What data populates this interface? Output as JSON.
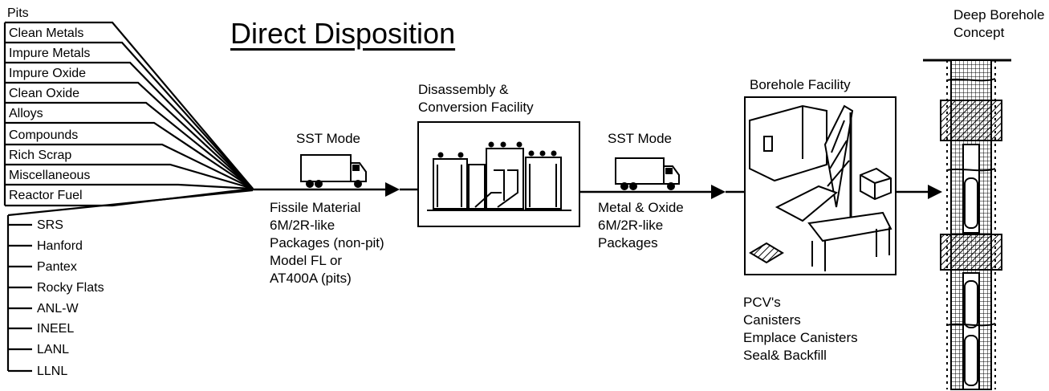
{
  "title": "Direct Disposition",
  "materials": [
    "Pits",
    "Clean Metals",
    "Impure Metals",
    "Impure Oxide",
    "Clean Oxide",
    "Alloys",
    "Compounds",
    "Rich Scrap",
    "Miscellaneous",
    "Reactor Fuel"
  ],
  "sites": [
    "SRS",
    "Hanford",
    "Pantex",
    "Rocky Flats",
    "ANL-W",
    "INEEL",
    "LANL",
    "LLNL"
  ],
  "transport1": {
    "label": "SST Mode",
    "details": [
      "Fissile Material",
      "6M/2R-like",
      "Packages (non-pit)",
      "Model FL or",
      "AT400A (pits)"
    ]
  },
  "facility1": {
    "title_line1": "Disassembly &",
    "title_line2": "Conversion Facility"
  },
  "transport2": {
    "label": "SST Mode",
    "details": [
      "Metal & Oxide",
      "6M/2R-like",
      "Packages"
    ]
  },
  "facility2": {
    "title": "Borehole Facility",
    "steps": [
      "PCV's",
      "Canisters",
      "Emplace Canisters",
      "Seal& Backfill"
    ]
  },
  "borehole": {
    "title_line1": "Deep Borehole",
    "title_line2": "Concept"
  }
}
